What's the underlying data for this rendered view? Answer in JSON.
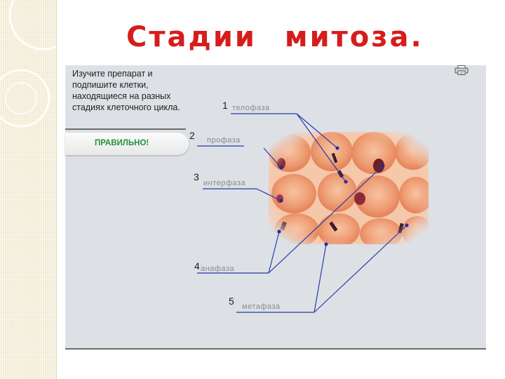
{
  "slide": {
    "title_part1": "Стадии",
    "title_part2": "митоза."
  },
  "exercise": {
    "instruction": "Изучите препарат и подпишите клетки, находящиеся на разных стадиях клеточного цикла.",
    "feedback": "ПРАВИЛЬНО!"
  },
  "labels": [
    {
      "number": "1",
      "stage": "телофаза"
    },
    {
      "number": "2",
      "stage": "профаза"
    },
    {
      "number": "3",
      "stage": "интерфаза"
    },
    {
      "number": "4",
      "stage": "анафаза"
    },
    {
      "number": "5",
      "stage": "метафаза"
    }
  ],
  "colors": {
    "title": "#d61c1c",
    "feedback": "#23913a",
    "pointer": "#2a3aa8",
    "tissue": "#f1a77e"
  },
  "icons": {
    "print": "printer-icon"
  }
}
